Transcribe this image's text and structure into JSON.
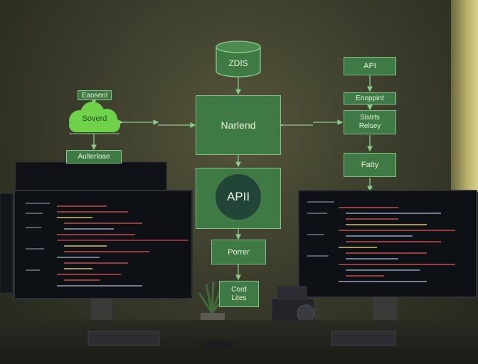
{
  "diagram": {
    "database": "ZDIS",
    "top_right": "API",
    "cloud_tag": "Eaosenl",
    "cloud": "Soverd",
    "cloud_bottom": "Aulterloae",
    "center": "Narlend",
    "api_circle": "APII",
    "porter": "Porrer",
    "card_tiles": "Cord\nLites",
    "endpoint": "Enoppint",
    "status_relay": "Slstrts\nRelsey",
    "fatty": "Fatty"
  },
  "colors": {
    "node_fill": "#3f7a46",
    "node_border": "#7fc27f",
    "cloud_fill": "#6fd24a",
    "text": "#e6f2dc"
  }
}
